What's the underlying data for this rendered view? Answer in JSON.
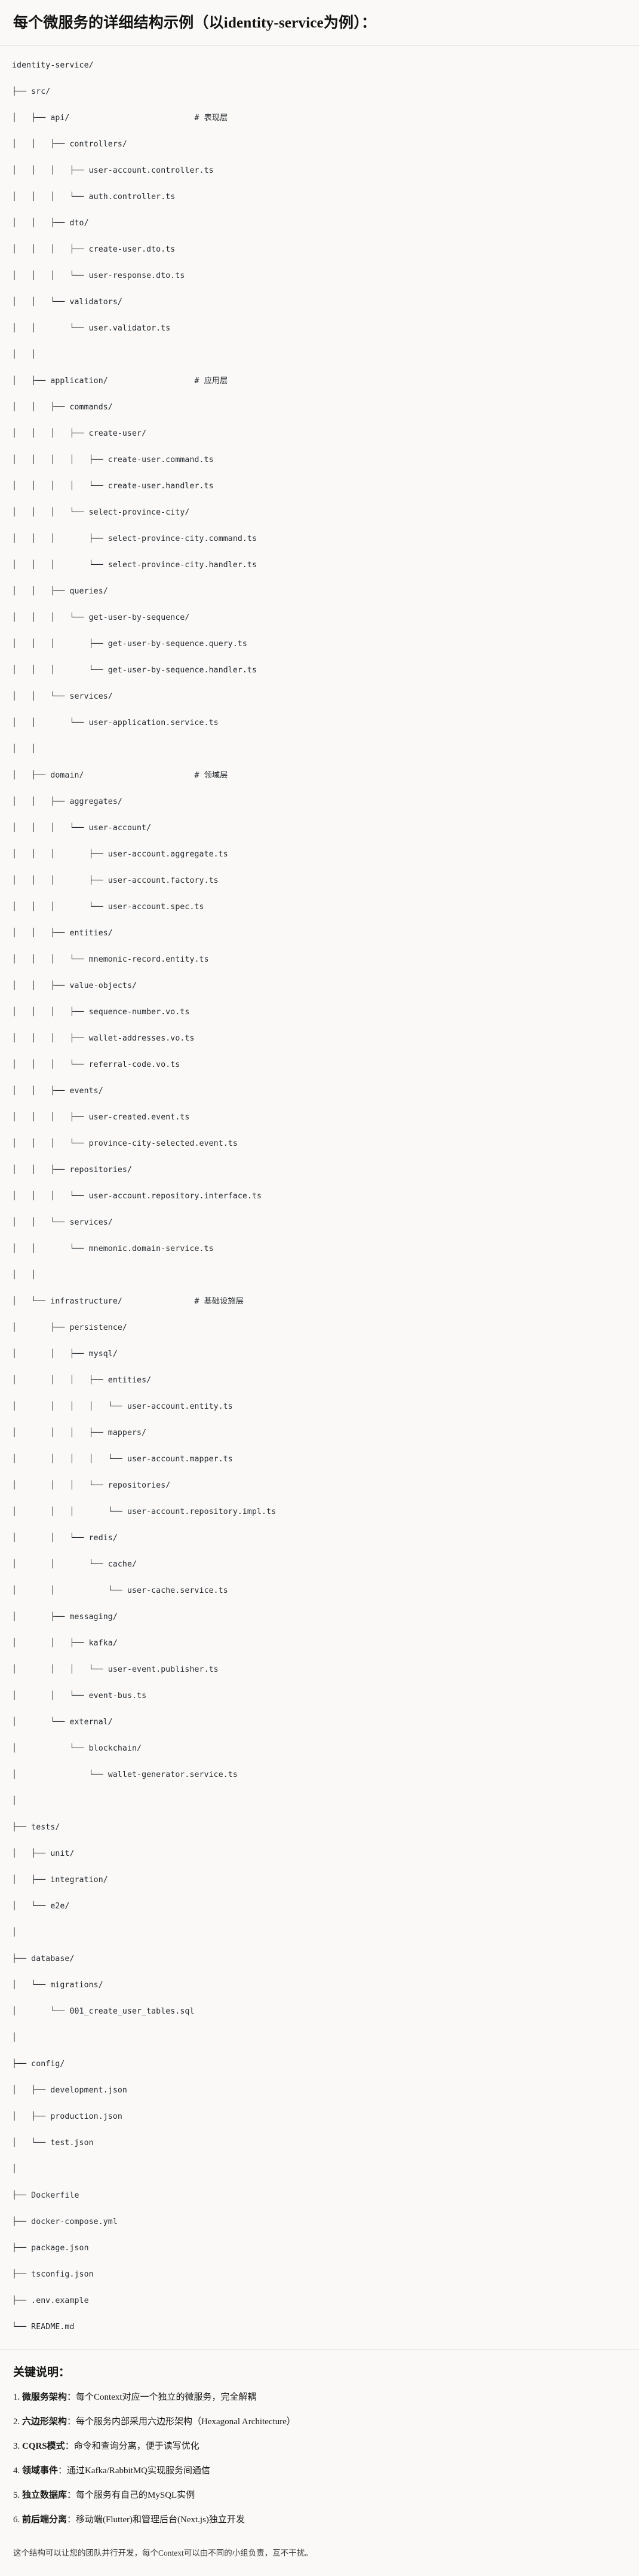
{
  "header": {
    "title": "每个微服务的详细结构示例（以identity-service为例）："
  },
  "tree": {
    "lines": [
      "identity-service/",
      "├── src/",
      "│   ├── api/                          # 表现层",
      "│   │   ├── controllers/",
      "│   │   │   ├── user-account.controller.ts",
      "│   │   │   └── auth.controller.ts",
      "│   │   ├── dto/",
      "│   │   │   ├── create-user.dto.ts",
      "│   │   │   └── user-response.dto.ts",
      "│   │   └── validators/",
      "│   │       └── user.validator.ts",
      "│   │",
      "│   ├── application/                  # 应用层",
      "│   │   ├── commands/",
      "│   │   │   ├── create-user/",
      "│   │   │   │   ├── create-user.command.ts",
      "│   │   │   │   └── create-user.handler.ts",
      "│   │   │   └── select-province-city/",
      "│   │   │       ├── select-province-city.command.ts",
      "│   │   │       └── select-province-city.handler.ts",
      "│   │   ├── queries/",
      "│   │   │   └── get-user-by-sequence/",
      "│   │   │       ├── get-user-by-sequence.query.ts",
      "│   │   │       └── get-user-by-sequence.handler.ts",
      "│   │   └── services/",
      "│   │       └── user-application.service.ts",
      "│   │",
      "│   ├── domain/                       # 领域层",
      "│   │   ├── aggregates/",
      "│   │   │   └── user-account/",
      "│   │   │       ├── user-account.aggregate.ts",
      "│   │   │       ├── user-account.factory.ts",
      "│   │   │       └── user-account.spec.ts",
      "│   │   ├── entities/",
      "│   │   │   └── mnemonic-record.entity.ts",
      "│   │   ├── value-objects/",
      "│   │   │   ├── sequence-number.vo.ts",
      "│   │   │   ├── wallet-addresses.vo.ts",
      "│   │   │   └── referral-code.vo.ts",
      "│   │   ├── events/",
      "│   │   │   ├── user-created.event.ts",
      "│   │   │   └── province-city-selected.event.ts",
      "│   │   ├── repositories/",
      "│   │   │   └── user-account.repository.interface.ts",
      "│   │   └── services/",
      "│   │       └── mnemonic.domain-service.ts",
      "│   │",
      "│   └── infrastructure/               # 基础设施层",
      "│       ├── persistence/",
      "│       │   ├── mysql/",
      "│       │   │   ├── entities/",
      "│       │   │   │   └── user-account.entity.ts",
      "│       │   │   ├── mappers/",
      "│       │   │   │   └── user-account.mapper.ts",
      "│       │   │   └── repositories/",
      "│       │   │       └── user-account.repository.impl.ts",
      "│       │   └── redis/",
      "│       │       └── cache/",
      "│       │           └── user-cache.service.ts",
      "│       ├── messaging/",
      "│       │   ├── kafka/",
      "│       │   │   └── user-event.publisher.ts",
      "│       │   └── event-bus.ts",
      "│       └── external/",
      "│           └── blockchain/",
      "│               └── wallet-generator.service.ts",
      "│",
      "├── tests/",
      "│   ├── unit/",
      "│   ├── integration/",
      "│   └── e2e/",
      "│",
      "├── database/",
      "│   └── migrations/",
      "│       └── 001_create_user_tables.sql",
      "│",
      "├── config/",
      "│   ├── development.json",
      "│   ├── production.json",
      "│   └── test.json",
      "│",
      "├── Dockerfile",
      "├── docker-compose.yml",
      "├── package.json",
      "├── tsconfig.json",
      "├── .env.example",
      "└── README.md"
    ]
  },
  "notes": {
    "heading": "关键说明：",
    "items": [
      {
        "term": "微服务架构",
        "sep": "：",
        "desc": "每个Context对应一个独立的微服务，完全解耦"
      },
      {
        "term": "六边形架构",
        "sep": "：",
        "desc": "每个服务内部采用六边形架构（Hexagonal Architecture）"
      },
      {
        "term": "CQRS模式",
        "sep": "：",
        "desc": "命令和查询分离，便于读写优化"
      },
      {
        "term": "领域事件",
        "sep": "：",
        "desc": "通过Kafka/RabbitMQ实现服务间通信"
      },
      {
        "term": "独立数据库",
        "sep": "：",
        "desc": "每个服务有自己的MySQL实例"
      },
      {
        "term": "前后端分离",
        "sep": "：",
        "desc": "移动端(Flutter)和管理后台(Next.js)独立开发"
      }
    ],
    "footer": "这个结构可以让您的团队并行开发，每个Context可以由不同的小组负责，互不干扰。"
  }
}
